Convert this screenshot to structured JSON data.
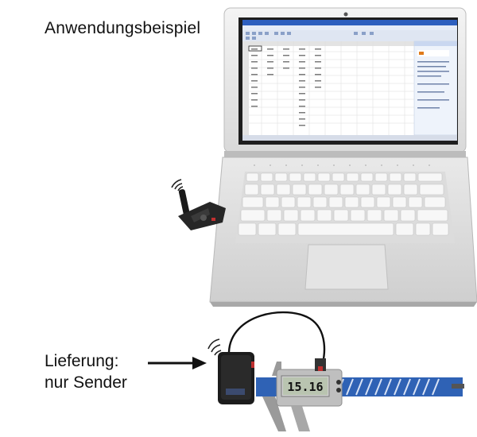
{
  "page": {
    "title": "Anwendungsbeispiel",
    "delivery_line1": "Lieferung:",
    "delivery_line2": "nur Sender"
  },
  "caliper": {
    "display_value": "15.16"
  }
}
